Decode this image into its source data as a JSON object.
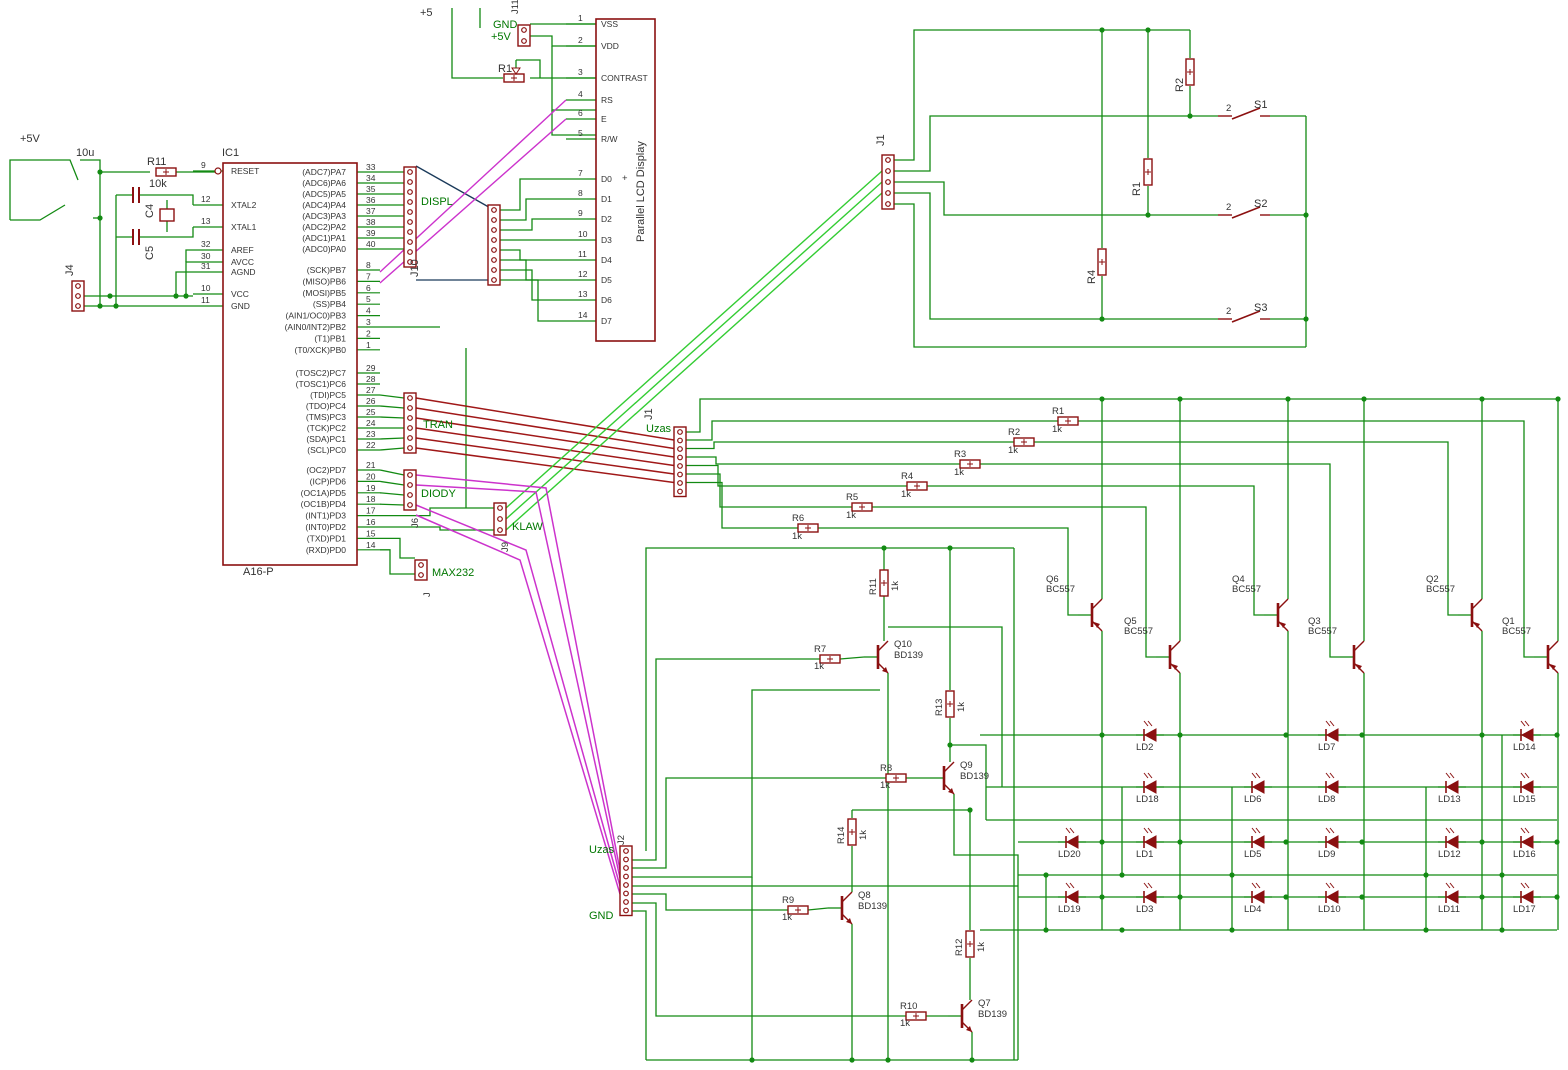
{
  "colors": {
    "wire": "#138a13",
    "body": "#8b1010",
    "pink": "#cc33cc",
    "red": "#a01818",
    "green": "#33cc33",
    "navy": "#1a3a5a",
    "text": "#333333",
    "netlabel": "#007700"
  },
  "labels": {
    "plus5_top": "+5",
    "gnd_top": "GND",
    "plus5v_top": "+5V",
    "plus5v_left": "+5V",
    "cap_10u": "10u",
    "r11": "R11",
    "r11_val": "10k",
    "r1_pot": "R1",
    "c4": "C4",
    "c5": "C5",
    "j4": "J4",
    "j10": "J10",
    "j9": "J9",
    "j6": "J6",
    "j_max": "J",
    "ic1": "IC1",
    "ic1_part": "A16-P",
    "lcd_title": "Parallel LCD Display",
    "displ": "DISPL",
    "tran": "TRAN",
    "diody": "DIODY",
    "klaw": "KLAW",
    "max232": "MAX232",
    "uzas1": "Uzas",
    "uzas2": "Uzas",
    "gnd_bottom": "GND",
    "j1_top": "J1",
    "j1_mid": "J1",
    "j2": "J2",
    "j11": "J11"
  },
  "ic_left_pins": [
    {
      "n": "9",
      "name": "RESET"
    },
    {
      "n": "12",
      "name": "XTAL2"
    },
    {
      "n": "13",
      "name": "XTAL1"
    },
    {
      "n": "32",
      "name": "AREF"
    },
    {
      "n": "30",
      "name": "AVCC"
    },
    {
      "n": "31",
      "name": "AGND"
    },
    {
      "n": "10",
      "name": "VCC"
    },
    {
      "n": "11",
      "name": "GND"
    }
  ],
  "ic_right_pins": [
    {
      "n": "33",
      "name": "(ADC7)PA7"
    },
    {
      "n": "34",
      "name": "(ADC6)PA6"
    },
    {
      "n": "35",
      "name": "(ADC5)PA5"
    },
    {
      "n": "36",
      "name": "(ADC4)PA4"
    },
    {
      "n": "37",
      "name": "(ADC3)PA3"
    },
    {
      "n": "38",
      "name": "(ADC2)PA2"
    },
    {
      "n": "39",
      "name": "(ADC1)PA1"
    },
    {
      "n": "40",
      "name": "(ADC0)PA0"
    },
    {
      "n": "8",
      "name": "(SCK)PB7"
    },
    {
      "n": "7",
      "name": "(MISO)PB6"
    },
    {
      "n": "6",
      "name": "(MOSI)PB5"
    },
    {
      "n": "5",
      "name": "(SS)PB4"
    },
    {
      "n": "4",
      "name": "(AIN1/OC0)PB3"
    },
    {
      "n": "3",
      "name": "(AIN0/INT2)PB2"
    },
    {
      "n": "2",
      "name": "(T1)PB1"
    },
    {
      "n": "1",
      "name": "(T0/XCK)PB0"
    },
    {
      "n": "29",
      "name": "(TOSC2)PC7"
    },
    {
      "n": "28",
      "name": "(TOSC1)PC6"
    },
    {
      "n": "27",
      "name": "(TDI)PC5"
    },
    {
      "n": "26",
      "name": "(TDO)PC4"
    },
    {
      "n": "25",
      "name": "(TMS)PC3"
    },
    {
      "n": "24",
      "name": "(TCK)PC2"
    },
    {
      "n": "23",
      "name": "(SDA)PC1"
    },
    {
      "n": "22",
      "name": "(SCL)PC0"
    },
    {
      "n": "21",
      "name": "(OC2)PD7"
    },
    {
      "n": "20",
      "name": "(ICP)PD6"
    },
    {
      "n": "19",
      "name": "(OC1A)PD5"
    },
    {
      "n": "18",
      "name": "(OC1B)PD4"
    },
    {
      "n": "17",
      "name": "(INT1)PD3"
    },
    {
      "n": "16",
      "name": "(INT0)PD2"
    },
    {
      "n": "15",
      "name": "(TXD)PD1"
    },
    {
      "n": "14",
      "name": "(RXD)PD0"
    }
  ],
  "lcd_pins": [
    {
      "n": "1",
      "name": "VSS"
    },
    {
      "n": "2",
      "name": "VDD"
    },
    {
      "n": "3",
      "name": "CONTRAST"
    },
    {
      "n": "4",
      "name": "RS"
    },
    {
      "n": "6",
      "name": "E"
    },
    {
      "n": "5",
      "name": "R/W"
    },
    {
      "n": "7",
      "name": "D0"
    },
    {
      "n": "8",
      "name": "D1"
    },
    {
      "n": "9",
      "name": "D2"
    },
    {
      "n": "10",
      "name": "D3"
    },
    {
      "n": "11",
      "name": "D4"
    },
    {
      "n": "12",
      "name": "D5"
    },
    {
      "n": "13",
      "name": "D6"
    },
    {
      "n": "14",
      "name": "D7"
    }
  ],
  "kb_resistors": [
    {
      "name": "R2"
    },
    {
      "name": "R1"
    },
    {
      "name": "R4"
    }
  ],
  "switches": [
    {
      "name": "S1",
      "pin": "2"
    },
    {
      "name": "S2",
      "pin": "2"
    },
    {
      "name": "S3",
      "pin": "2"
    }
  ],
  "row_resistors": [
    {
      "name": "R1",
      "val": "1k"
    },
    {
      "name": "R2",
      "val": "1k"
    },
    {
      "name": "R3",
      "val": "1k"
    },
    {
      "name": "R4",
      "val": "1k"
    },
    {
      "name": "R5",
      "val": "1k"
    },
    {
      "name": "R6",
      "val": "1k"
    }
  ],
  "pnp_transistors": [
    {
      "name": "Q6",
      "part": "BC557"
    },
    {
      "name": "Q5",
      "part": "BC557"
    },
    {
      "name": "Q4",
      "part": "BC557"
    },
    {
      "name": "Q3",
      "part": "BC557"
    },
    {
      "name": "Q2",
      "part": "BC557"
    },
    {
      "name": "Q1",
      "part": "BC557"
    }
  ],
  "npn_transistors": [
    {
      "name": "Q10",
      "part": "BD139"
    },
    {
      "name": "Q9",
      "part": "BD139"
    },
    {
      "name": "Q8",
      "part": "BD139"
    },
    {
      "name": "Q7",
      "part": "BD139"
    }
  ],
  "base_resistors": [
    {
      "name": "R7",
      "val": "1k"
    },
    {
      "name": "R8",
      "val": "1k"
    },
    {
      "name": "R9",
      "val": "1k"
    },
    {
      "name": "R10",
      "val": "1k"
    }
  ],
  "vert_resistors": [
    {
      "name": "R11",
      "val": "1k"
    },
    {
      "name": "R13",
      "val": "1k"
    },
    {
      "name": "R14",
      "val": "1k"
    },
    {
      "name": "R12",
      "val": "1k"
    }
  ],
  "leds": [
    {
      "name": "LD2"
    },
    {
      "name": "LD7"
    },
    {
      "name": "LD14"
    },
    {
      "name": "LD18"
    },
    {
      "name": "LD6"
    },
    {
      "name": "LD8"
    },
    {
      "name": "LD13"
    },
    {
      "name": "LD15"
    },
    {
      "name": "LD20"
    },
    {
      "name": "LD1"
    },
    {
      "name": "LD5"
    },
    {
      "name": "LD9"
    },
    {
      "name": "LD12"
    },
    {
      "name": "LD16"
    },
    {
      "name": "LD19"
    },
    {
      "name": "LD3"
    },
    {
      "name": "LD4"
    },
    {
      "name": "LD10"
    },
    {
      "name": "LD11"
    },
    {
      "name": "LD17"
    }
  ]
}
